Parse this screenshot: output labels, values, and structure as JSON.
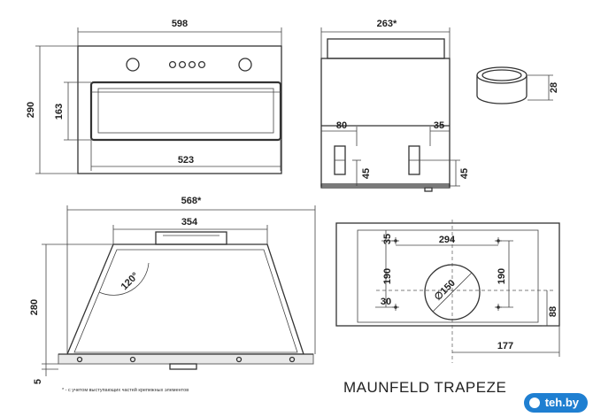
{
  "model_title": "MAUNFELD TRAPEZE",
  "footnote": "* - с учетом выступающих частей крепежных элементов",
  "watermark": "teh.by",
  "dimensions": {
    "front_width": "598",
    "front_height": "290",
    "inner_height": "163",
    "inner_width": "523",
    "side_depth": "263*",
    "side_80": "80",
    "side_35": "35",
    "side_45a": "45",
    "side_45b": "45",
    "collar_height": "28",
    "bottom_width": "568*",
    "top_box_width": "354",
    "angle": "120°",
    "bottom_height": "280",
    "bottom_5": "5",
    "plan_35": "35",
    "plan_294": "294",
    "plan_190a": "190",
    "plan_190b": "190",
    "plan_30": "30",
    "plan_diameter": "∅150",
    "plan_88": "88",
    "plan_177": "177"
  }
}
